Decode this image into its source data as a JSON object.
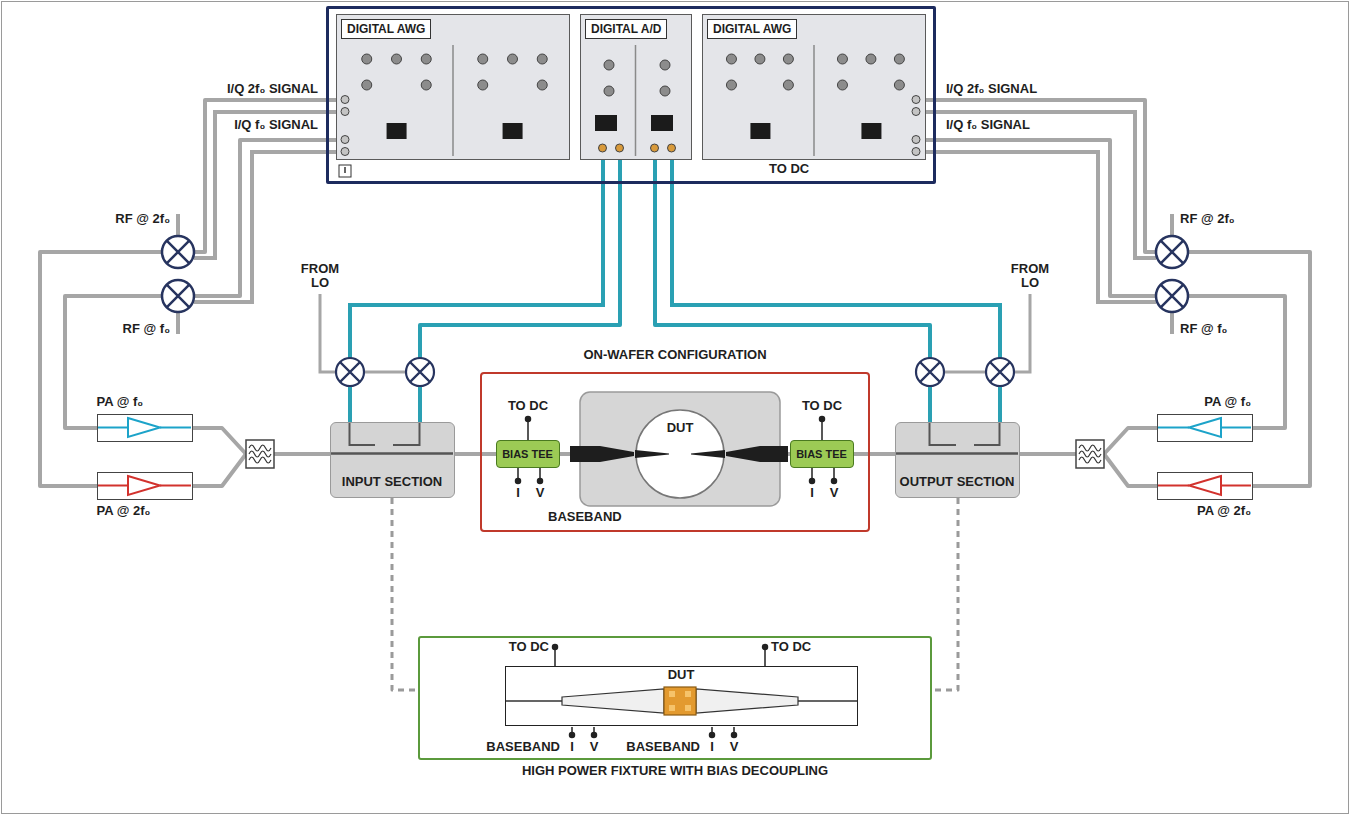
{
  "diagram": {
    "nodes": [
      {
        "text": [
          "TO DC"
        ]
      },
      {
        "text": [
          "DIGITAL AWG"
        ],
        "in": 0
      },
      {
        "text": [
          "DIGITAL A/D"
        ],
        "in": 0
      },
      {
        "text": [
          "DIGITAL AWG"
        ],
        "in": 0
      },
      {
        "text": [
          "PA @ f₀"
        ]
      },
      {
        "text": [
          "PA @ 2f₀"
        ]
      },
      {
        "text": [
          "INPUT SECTION"
        ]
      },
      {
        "text": [
          "ON-WAFER CONFIGURATION"
        ]
      },
      {
        "text": [
          "BIAS TEE"
        ],
        "in": 7
      },
      {
        "text": [
          "DUT"
        ],
        "in": 7
      },
      {
        "text": [
          "BIAS TEE"
        ],
        "in": 7
      },
      {
        "text": [
          "OUTPUT SECTION"
        ]
      },
      {
        "text": [
          "PA @ f₀"
        ]
      },
      {
        "text": [
          "PA @ 2f₀"
        ]
      },
      {
        "text": [
          "HIGH POWER FIXTURE WITH BIAS DECOUPLING"
        ]
      },
      {
        "text": [
          "DUT"
        ],
        "in": 14
      }
    ],
    "edges": [
      {
        "from": 1,
        "to": 4,
        "arrow": "none"
      },
      {
        "from": 1,
        "to": 5,
        "arrow": "none"
      },
      {
        "from": 4,
        "to": 6,
        "arrow": "none"
      },
      {
        "from": 5,
        "to": 6,
        "arrow": "none"
      },
      {
        "from": 2,
        "to": 6,
        "arrow": "none"
      },
      {
        "from": 6,
        "to": 8,
        "arrow": "none"
      },
      {
        "from": 8,
        "to": 9,
        "arrow": "none"
      },
      {
        "from": 9,
        "to": 10,
        "arrow": "none"
      },
      {
        "from": 10,
        "to": 11,
        "arrow": "none"
      },
      {
        "from": 2,
        "to": 11,
        "arrow": "none"
      },
      {
        "from": 12,
        "to": 11,
        "arrow": "none"
      },
      {
        "from": 13,
        "to": 11,
        "arrow": "none"
      },
      {
        "from": 3,
        "to": 12,
        "arrow": "none"
      },
      {
        "from": 3,
        "to": 13,
        "arrow": "none"
      },
      {
        "from": 6,
        "to": 14,
        "arrow": "none"
      },
      {
        "from": 11,
        "to": 14,
        "arrow": "none"
      }
    ],
    "labels": [
      "I/Q 2f₀ SIGNAL",
      "I/Q f₀ SIGNAL",
      "RF @ 2f₀",
      "RF @ f₀",
      "FROM LO",
      "I/Q 2f₀ SIGNAL",
      "I/Q f₀ SIGNAL",
      "RF @ 2f₀",
      "RF @ f₀",
      "FROM LO",
      "TO DC",
      "I",
      "V",
      "BASEBAND",
      "TO DC",
      "I",
      "V",
      "TO DC",
      "TO DC",
      "BASEBAND",
      "I",
      "V",
      "BASEBAND",
      "I",
      "V"
    ]
  }
}
